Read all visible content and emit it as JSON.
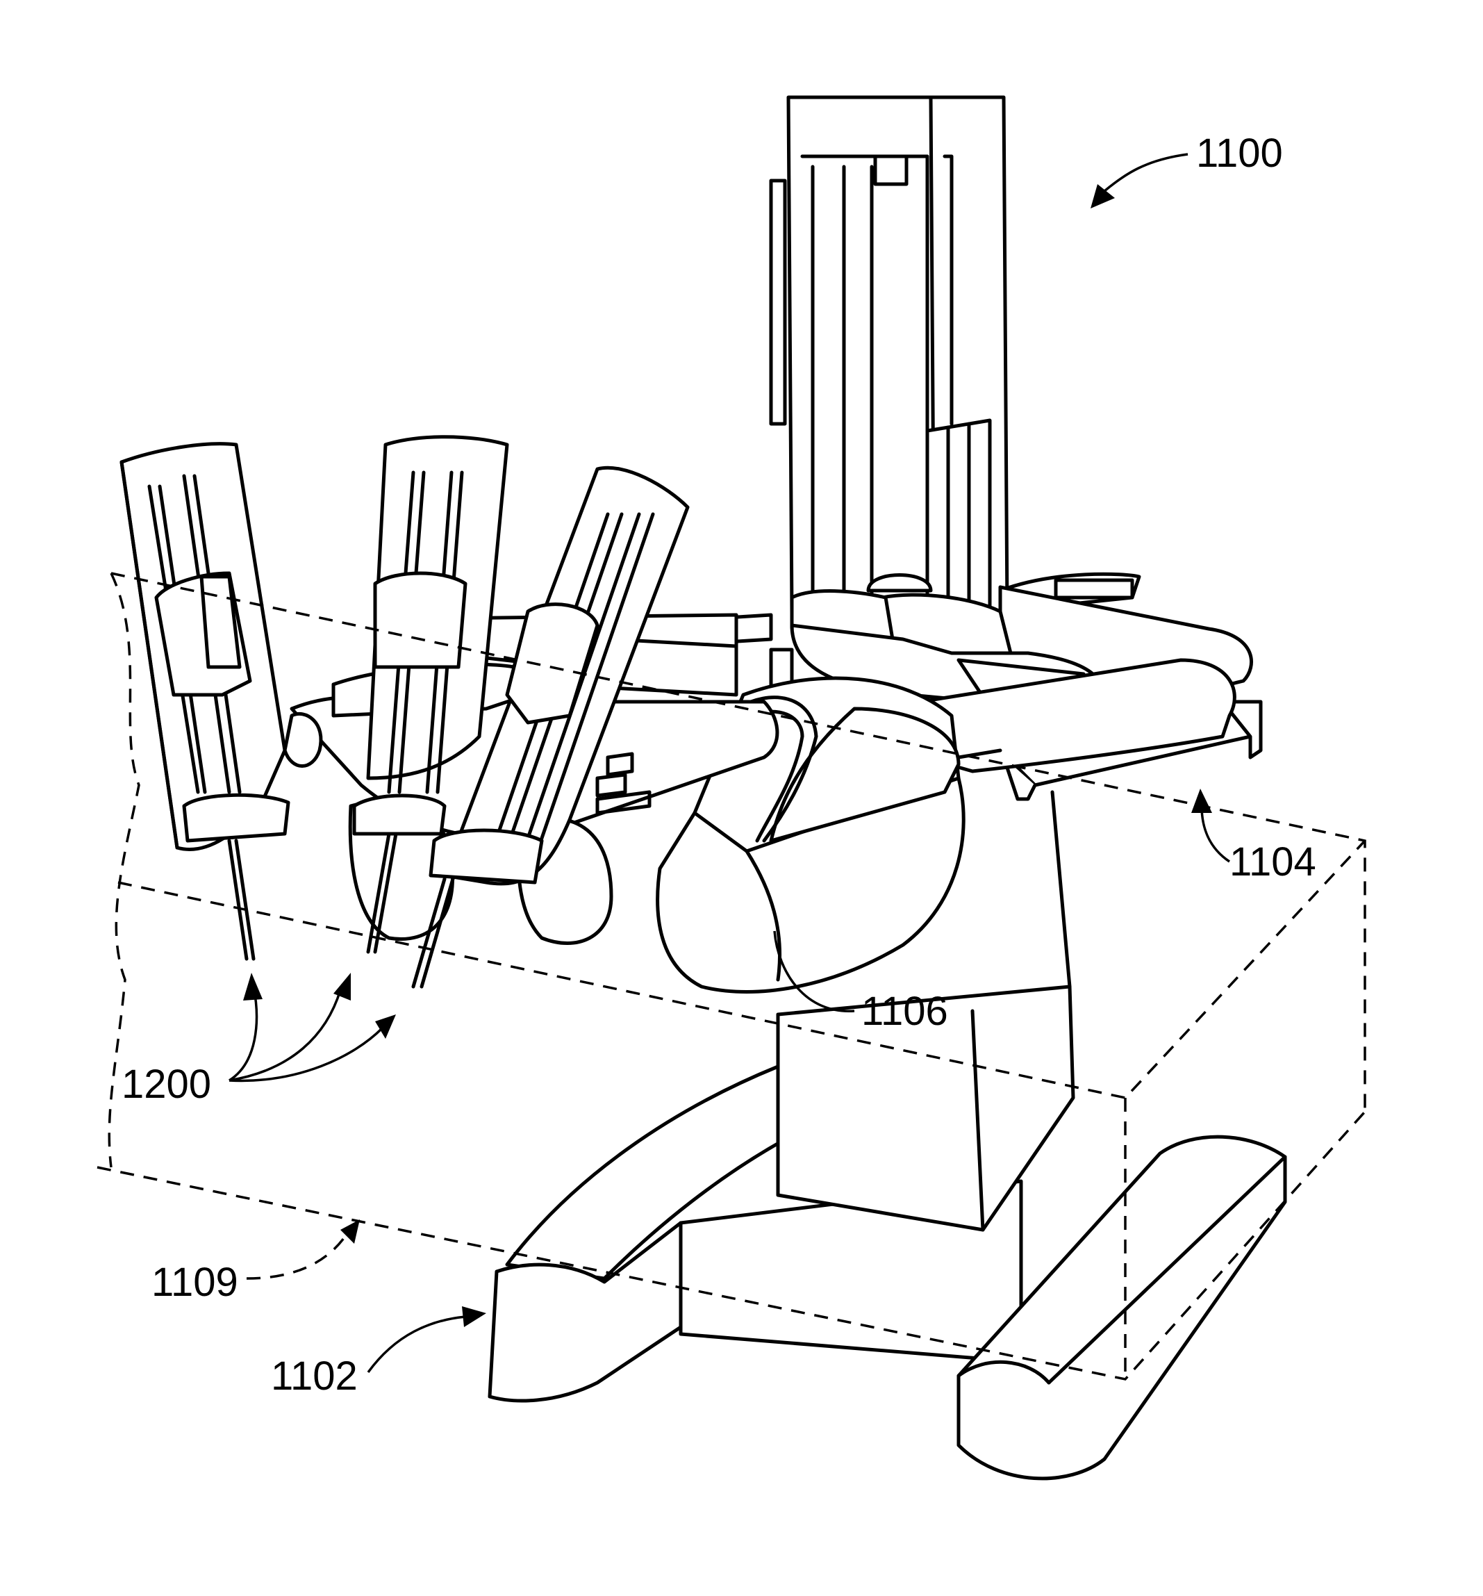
{
  "figure": {
    "labels": {
      "system": "1100",
      "cart_base": "1102",
      "platform": "1104",
      "shoulder_block": "1106",
      "envelope": "1109",
      "robotic_arms": "1200"
    }
  }
}
